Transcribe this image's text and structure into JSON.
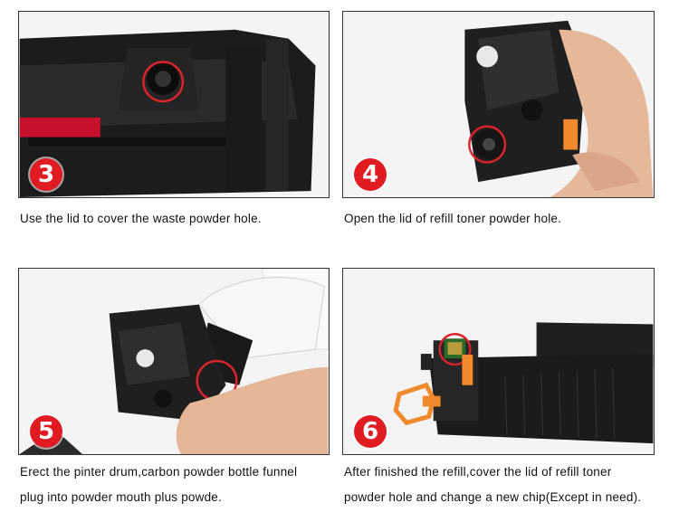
{
  "steps": [
    {
      "number": "3",
      "caption_lines": [
        "Use the lid to cover the waste powder hole."
      ]
    },
    {
      "number": "4",
      "caption_lines": [
        "Open the lid of refill toner powder hole."
      ]
    },
    {
      "number": "5",
      "caption_lines": [
        "Erect the pinter drum,carbon powder bottle funnel",
        "plug into powder mouth plus powde."
      ]
    },
    {
      "number": "6",
      "caption_lines": [
        "After finished the refill,cover the lid of refill toner",
        "powder hole and change a new chip(Except in need)."
      ]
    }
  ],
  "colors": {
    "badge": "#e01b22",
    "highlight_circle": "#d9232a",
    "orange_part": "#f08a2c",
    "border": "#333333"
  }
}
